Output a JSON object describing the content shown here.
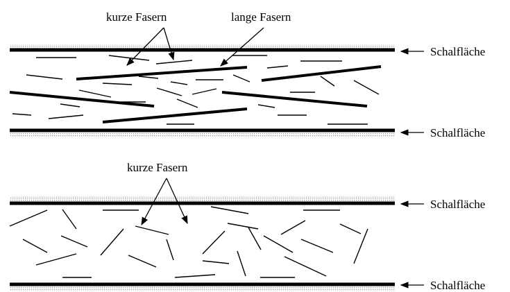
{
  "panel_top": {
    "labels": {
      "short_fibers": "kurze Fasern",
      "long_fibers": "lange Fasern",
      "formwork_top": "Schalfläche",
      "formwork_bottom": "Schalfläche"
    }
  },
  "panel_bottom": {
    "labels": {
      "short_fibers": "kurze Fasern",
      "formwork_top": "Schalfläche",
      "formwork_bottom": "Schalfläche"
    }
  },
  "colors": {
    "ink": "#000000",
    "formwork_hatch": "#9a9a9a"
  }
}
